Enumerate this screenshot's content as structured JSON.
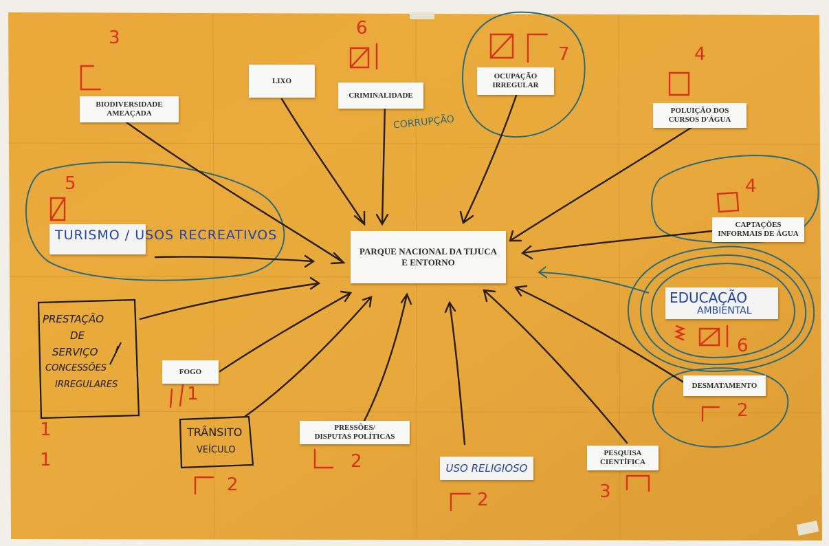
{
  "center": {
    "line1": "PARQUE NACIONAL DA TIJUCA",
    "line2": "E ENTORNO"
  },
  "cards": {
    "biodiversidade": {
      "line1": "BIODIVERSIDADE",
      "line2": "AMEAÇADA"
    },
    "lixo": "LIXO",
    "criminalidade": "CRIMINALIDADE",
    "ocupacao": {
      "line1": "OCUPAÇÃO",
      "line2": "IRREGULAR"
    },
    "poluicao": {
      "line1": "POLUIÇÃO DOS",
      "line2": "CURSOS D'ÁGUA"
    },
    "captacoes": {
      "line1": "CAPTAÇÕES",
      "line2": "INFORMAIS DE ÁGUA"
    },
    "desmatamento": "DESMATAMENTO",
    "pesquisa": {
      "line1": "PESQUISA",
      "line2": "CIENTÍFICA"
    },
    "pressoes": {
      "line1": "PRESSÕES/",
      "line2": "DISPUTAS POLÍTICAS"
    },
    "fogo": "FOGO"
  },
  "handwritten": {
    "turismo": "TURISMO / USOS RECREATIVOS",
    "educacao_line1": "EDUCAÇÃO",
    "educacao_line2": "AMBIENTAL",
    "uso_religioso": "USO RELIGIOSO",
    "transito_line1": "TRÂNSITO",
    "transito_line2": "VEÍCULO",
    "prestacao": [
      "PRESTAÇÃO",
      "DE",
      "SERVIÇO",
      "/",
      "CONCESSÕES",
      "IRREGULARES"
    ],
    "corrupcao": "CORRUPÇÃO"
  },
  "scores": {
    "biodiversidade": "3",
    "criminalidade": "6",
    "ocupacao": "7",
    "poluicao": "4",
    "turismo": "5",
    "captacoes": "4",
    "educacao": "6",
    "desmatamento": "2",
    "pesquisa": "3",
    "uso_religioso": "2",
    "pressoes": "2",
    "transito": "2",
    "fogo": "1",
    "prestacao_top": "1",
    "prestacao_bottom": "1"
  },
  "colors": {
    "paper": "#e8a83a",
    "arrow": "#2a1e12",
    "ink_red": "#d8321c",
    "ink_blue": "#2243a8",
    "ink_teal": "#2c6a78"
  }
}
